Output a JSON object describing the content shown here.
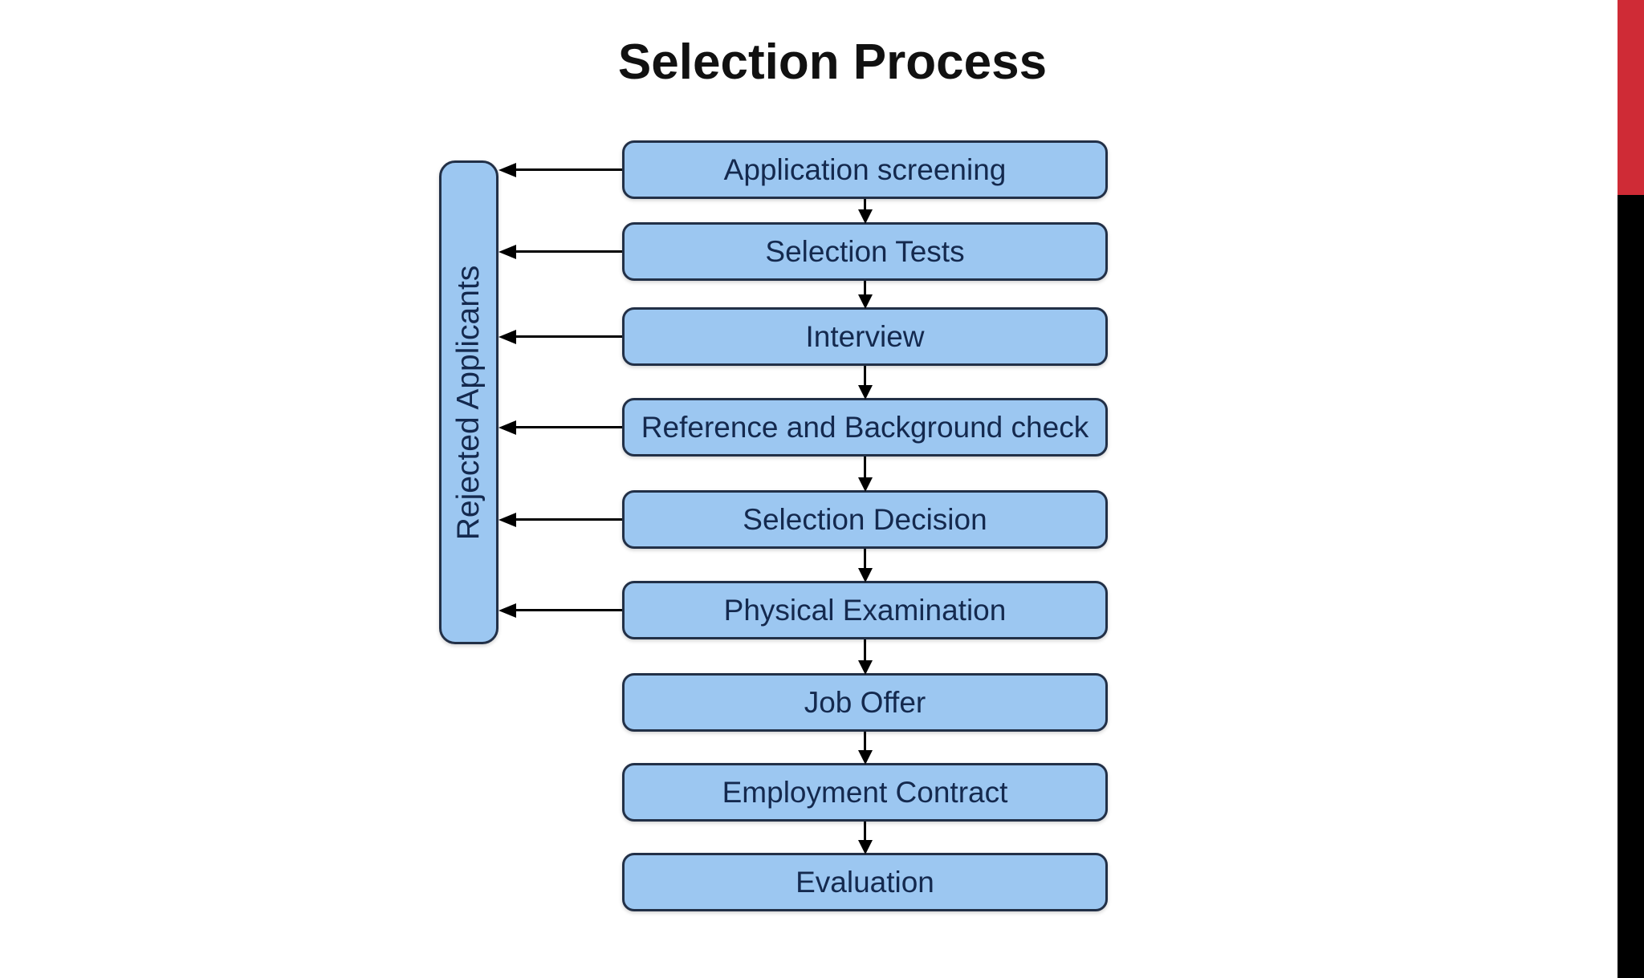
{
  "title": "Selection Process",
  "diagram": {
    "rejected_label": "Rejected Applicants",
    "steps": [
      {
        "label": "Application screening"
      },
      {
        "label": "Selection Tests"
      },
      {
        "label": "Interview"
      },
      {
        "label": "Reference and Background check"
      },
      {
        "label": "Selection Decision"
      },
      {
        "label": "Physical Examination"
      },
      {
        "label": "Job Offer"
      },
      {
        "label": "Employment Contract"
      },
      {
        "label": "Evaluation"
      }
    ],
    "rejected_from_steps": [
      1,
      2,
      3,
      4,
      5,
      6
    ]
  },
  "colors": {
    "background": "#FFFFFF",
    "box_fill": "#9CC7F1",
    "box_border": "#223047",
    "box_text": "#14294E",
    "title_text": "#111111",
    "arrow": "#000000",
    "sidebar_red": "#CF2B36",
    "sidebar_black": "#000000"
  }
}
